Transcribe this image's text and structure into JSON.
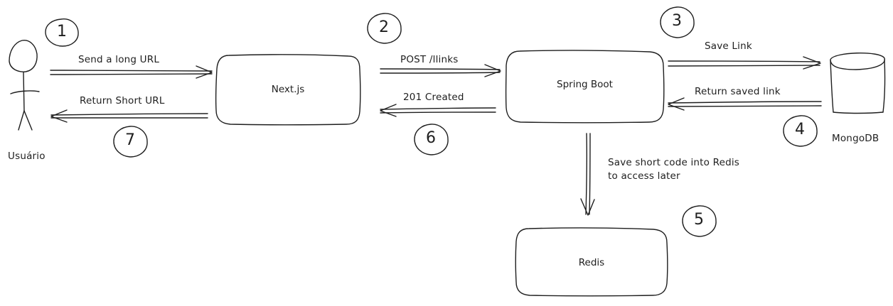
{
  "actors": {
    "user": {
      "label": "Usuário",
      "icon": "stick-figure-icon"
    }
  },
  "nodes": {
    "nextjs": {
      "label": "Next.js"
    },
    "spring": {
      "label": "Spring Boot"
    },
    "redis": {
      "label": "Redis"
    },
    "mongodb": {
      "label": "MongoDB",
      "icon": "database-cylinder-icon"
    }
  },
  "edges": {
    "send_long_url": {
      "label": "Send a long URL",
      "step": "1"
    },
    "post_links": {
      "label": "POST /llinks",
      "step": "2"
    },
    "save_link": {
      "label": "Save Link",
      "step": "3"
    },
    "return_saved_link": {
      "label": "Return saved link",
      "step": "4"
    },
    "save_redis": {
      "label_line1": "Save short code into Redis",
      "label_line2": "to access later",
      "step": "5"
    },
    "created": {
      "label": "201 Created",
      "step": "6"
    },
    "return_short_url": {
      "label": "Return Short URL",
      "step": "7"
    }
  },
  "colors": {
    "stroke": "#1e1e1e",
    "background": "#ffffff"
  }
}
